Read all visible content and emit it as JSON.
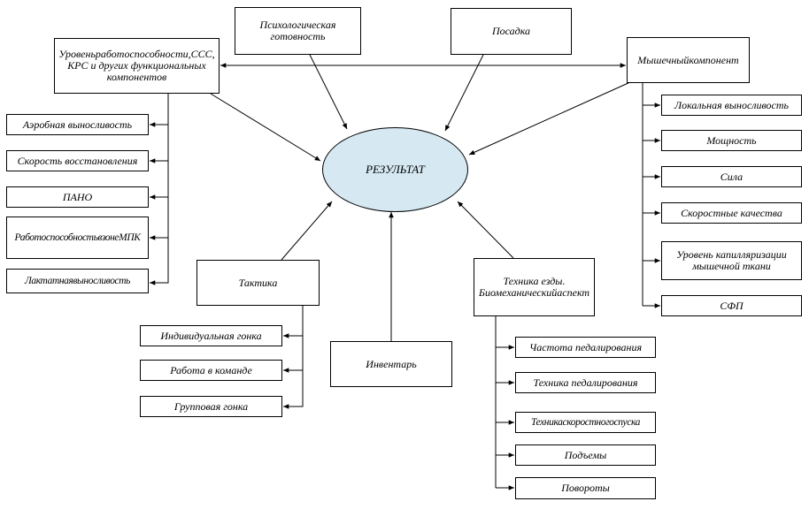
{
  "center": "РЕЗУЛЬТАТ",
  "top": {
    "work_capacity": "Уровеньработоспособности,ССС, КРС и других функциональных компонентов",
    "psych": "Психологическая готовность",
    "posture": "Посадка",
    "muscle": "Мышечныйкомпонент"
  },
  "left_list": [
    "Аэробная выносливость",
    "Скорость восстановления",
    "ПАНО",
    "РаботоспособностьвзонеМПК",
    "Лактатнаявыносливость"
  ],
  "right_list": [
    "Локальная выносливость",
    "Мощность",
    "Сила",
    "Скоростные качества",
    "Уровень капилляризации мышечной ткани",
    "СФП"
  ],
  "tactics": {
    "title": "Тактика",
    "items": [
      "Индивидуальная гонка",
      "Работа в команде",
      "Групповая гонка"
    ]
  },
  "inventory": "Инвентарь",
  "technique": {
    "title": "Техника езды. Биомеханическийаспект",
    "items": [
      "Частота педалирования",
      "Техника педалирования",
      "Техникаскоростногоспуска",
      "Подъемы",
      "Повороты"
    ]
  }
}
